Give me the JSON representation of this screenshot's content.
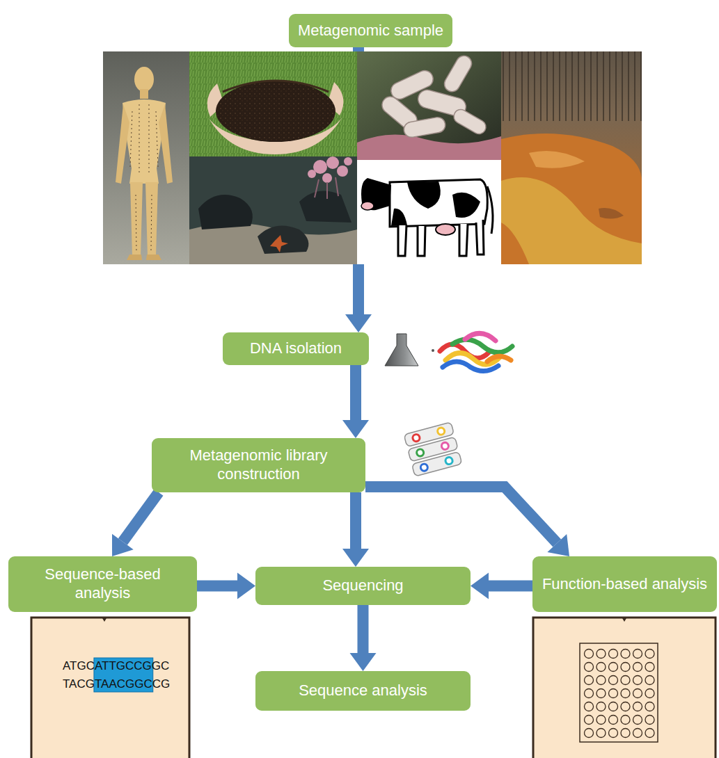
{
  "diagram": {
    "nodes": [
      {
        "text": [
          "Metagenomic sample"
        ]
      },
      {
        "text": [
          "DNA isolation"
        ]
      },
      {
        "text": [
          "Metagenomic library construction"
        ]
      },
      {
        "text": [
          "Sequence-based analysis"
        ]
      },
      {
        "text": [
          "Sequencing"
        ]
      },
      {
        "text": [
          "Function-based analysis"
        ]
      },
      {
        "text": [
          "Sequence analysis"
        ]
      }
    ],
    "edges": [
      {
        "from": 0,
        "to": 1,
        "arrow": "to"
      },
      {
        "from": 1,
        "to": 2,
        "arrow": "to"
      },
      {
        "from": 2,
        "to": 3,
        "arrow": "to"
      },
      {
        "from": 2,
        "to": 4,
        "arrow": "to"
      },
      {
        "from": 2,
        "to": 5,
        "arrow": "to"
      },
      {
        "from": 3,
        "to": 4,
        "arrow": "to"
      },
      {
        "from": 5,
        "to": 4,
        "arrow": "to"
      },
      {
        "from": 4,
        "to": 6,
        "arrow": "to"
      }
    ],
    "labels": [
      "ATGCATTGCCGGC",
      "TACGTAACGGCCG"
    ]
  }
}
